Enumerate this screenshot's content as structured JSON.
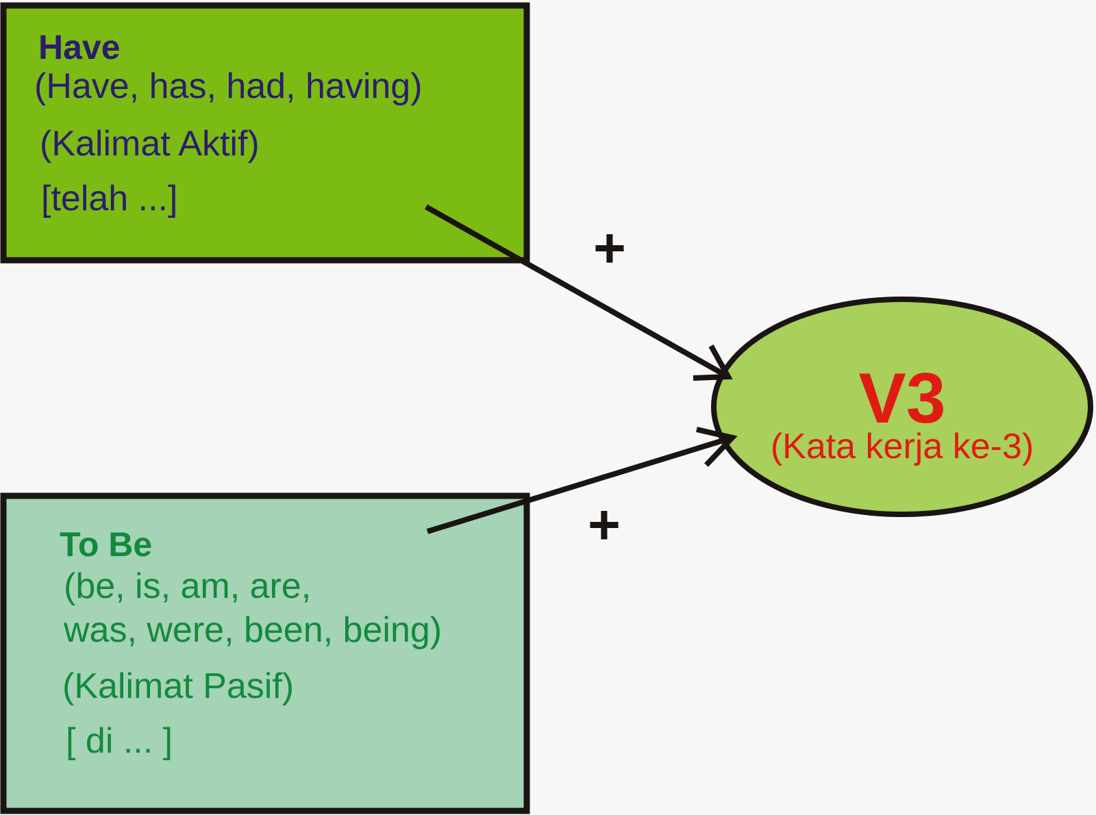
{
  "have_box": {
    "title": "Have",
    "forms": "(Have, has, had, having)",
    "sentence_type": "(Kalimat Aktif)",
    "meaning": "[telah ...]"
  },
  "tobe_box": {
    "title": "To Be",
    "forms_line1": "(be, is, am, are,",
    "forms_line2": "was, were, been, being)",
    "sentence_type": "(Kalimat Pasif)",
    "meaning": "[ di ... ]"
  },
  "v3_node": {
    "title": "V3",
    "subtitle": "(Kata kerja ke-3)"
  },
  "connectors": {
    "plus_top": "+",
    "plus_bottom": "+"
  },
  "colors": {
    "have_fill": "#7cbb14",
    "tobe_fill": "#a4d3b5",
    "v3_fill": "#a8d05a",
    "have_text": "#2b1d6b",
    "tobe_text": "#128a3c",
    "v3_text": "#e01b14",
    "stroke": "#1a1512"
  }
}
